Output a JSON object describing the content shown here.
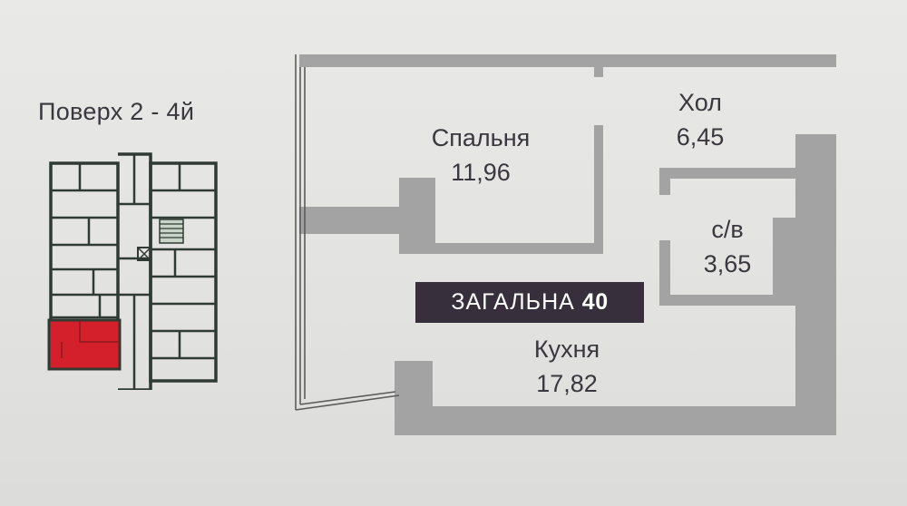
{
  "floor": {
    "label": "Поверх 2 - 4й"
  },
  "colors": {
    "wall": "#a3a3a3",
    "highlight": "#d3202a",
    "keyplan_line": "#2f3a33",
    "badge_bg": "#37303c"
  },
  "rooms": {
    "bedroom": {
      "name": "Спальня",
      "area": "11,96"
    },
    "hall": {
      "name": "Хол",
      "area": "6,45"
    },
    "bathroom": {
      "name": "с/в",
      "area": "3,65"
    },
    "kitchen": {
      "name": "Кухня",
      "area": "17,82"
    }
  },
  "total": {
    "label": "ЗАГАЛЬНА",
    "value": "40"
  }
}
